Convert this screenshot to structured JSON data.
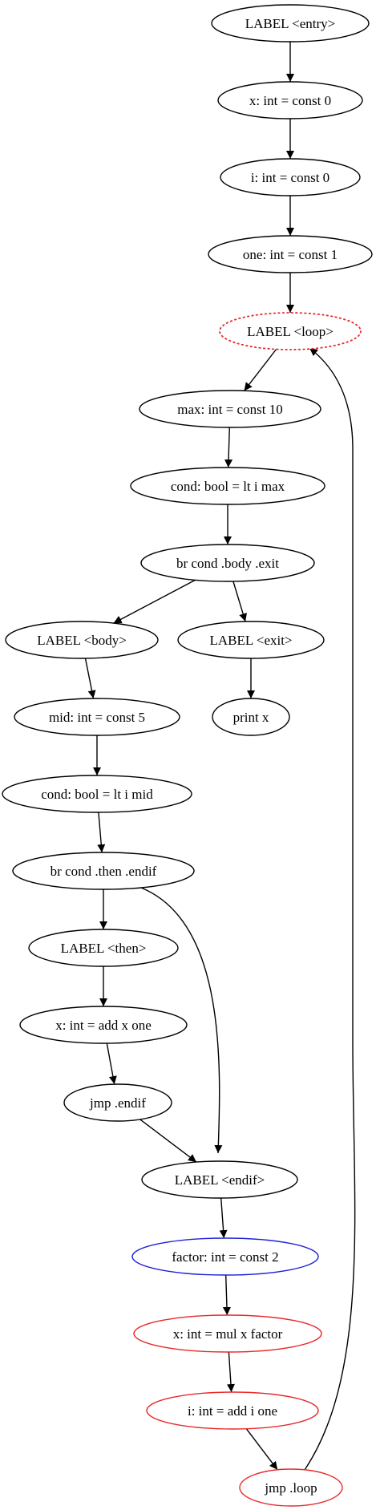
{
  "graph": {
    "nodes": [
      {
        "id": "entry",
        "label": "LABEL <entry>",
        "stroke": "#000000",
        "style": "solid"
      },
      {
        "id": "x0",
        "label": "x: int = const 0",
        "stroke": "#000000",
        "style": "solid"
      },
      {
        "id": "i0",
        "label": "i: int = const 0",
        "stroke": "#000000",
        "style": "solid"
      },
      {
        "id": "one",
        "label": "one: int = const 1",
        "stroke": "#000000",
        "style": "solid"
      },
      {
        "id": "loop",
        "label": "LABEL <loop>",
        "stroke": "#e8282a",
        "style": "dotted"
      },
      {
        "id": "max",
        "label": "max: int = const 10",
        "stroke": "#000000",
        "style": "solid"
      },
      {
        "id": "cond1",
        "label": "cond: bool = lt i max",
        "stroke": "#000000",
        "style": "solid"
      },
      {
        "id": "br1",
        "label": "br cond .body .exit",
        "stroke": "#000000",
        "style": "solid"
      },
      {
        "id": "body",
        "label": "LABEL <body>",
        "stroke": "#000000",
        "style": "solid"
      },
      {
        "id": "exit",
        "label": "LABEL <exit>",
        "stroke": "#000000",
        "style": "solid"
      },
      {
        "id": "print",
        "label": "print x",
        "stroke": "#000000",
        "style": "solid"
      },
      {
        "id": "mid",
        "label": "mid: int = const 5",
        "stroke": "#000000",
        "style": "solid"
      },
      {
        "id": "cond2",
        "label": "cond: bool = lt i mid",
        "stroke": "#000000",
        "style": "solid"
      },
      {
        "id": "br2",
        "label": "br cond .then .endif",
        "stroke": "#000000",
        "style": "solid"
      },
      {
        "id": "then",
        "label": "LABEL <then>",
        "stroke": "#000000",
        "style": "solid"
      },
      {
        "id": "addx",
        "label": "x: int = add x one",
        "stroke": "#000000",
        "style": "solid"
      },
      {
        "id": "jmpend",
        "label": "jmp .endif",
        "stroke": "#000000",
        "style": "solid"
      },
      {
        "id": "endif",
        "label": "LABEL <endif>",
        "stroke": "#000000",
        "style": "solid"
      },
      {
        "id": "factor",
        "label": "factor: int = const 2",
        "stroke": "#1f22d6",
        "style": "solid"
      },
      {
        "id": "mulx",
        "label": "x: int = mul x factor",
        "stroke": "#e8282a",
        "style": "solid"
      },
      {
        "id": "addi",
        "label": "i: int = add i one",
        "stroke": "#e8282a",
        "style": "solid"
      },
      {
        "id": "jmploop",
        "label": "jmp .loop",
        "stroke": "#e8282a",
        "style": "solid"
      }
    ],
    "edges": [
      {
        "from": "entry",
        "to": "x0"
      },
      {
        "from": "x0",
        "to": "i0"
      },
      {
        "from": "i0",
        "to": "one"
      },
      {
        "from": "one",
        "to": "loop"
      },
      {
        "from": "loop",
        "to": "max"
      },
      {
        "from": "max",
        "to": "cond1"
      },
      {
        "from": "cond1",
        "to": "br1"
      },
      {
        "from": "br1",
        "to": "body"
      },
      {
        "from": "br1",
        "to": "exit"
      },
      {
        "from": "exit",
        "to": "print"
      },
      {
        "from": "body",
        "to": "mid"
      },
      {
        "from": "mid",
        "to": "cond2"
      },
      {
        "from": "cond2",
        "to": "br2"
      },
      {
        "from": "br2",
        "to": "then"
      },
      {
        "from": "br2",
        "to": "endif"
      },
      {
        "from": "then",
        "to": "addx"
      },
      {
        "from": "addx",
        "to": "jmpend"
      },
      {
        "from": "jmpend",
        "to": "endif"
      },
      {
        "from": "endif",
        "to": "factor"
      },
      {
        "from": "factor",
        "to": "mulx"
      },
      {
        "from": "mulx",
        "to": "addi"
      },
      {
        "from": "addi",
        "to": "jmploop"
      },
      {
        "from": "jmploop",
        "to": "loop"
      }
    ]
  }
}
